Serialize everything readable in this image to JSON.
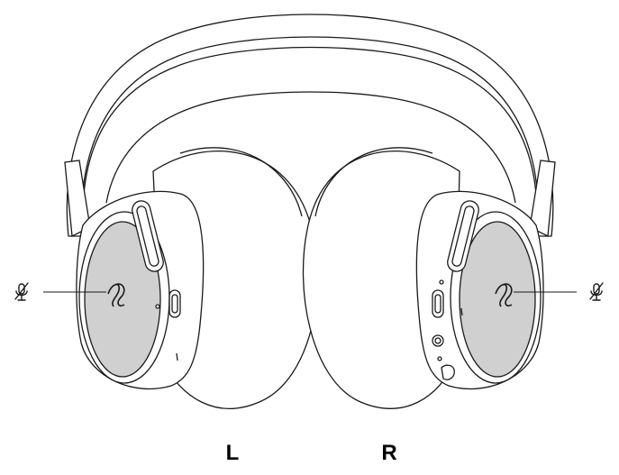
{
  "diagram": {
    "labels": {
      "left": "L",
      "right": "R"
    },
    "callouts": [
      {
        "side": "left",
        "icon": "mic-mute-icon",
        "target": "left-earcup-touch-surface"
      },
      {
        "side": "right",
        "icon": "mic-mute-icon",
        "target": "right-earcup-touch-surface"
      }
    ],
    "colors": {
      "line": "#1a1a1a",
      "touch_surface": "#d0d0d0",
      "background": "#ffffff"
    }
  }
}
